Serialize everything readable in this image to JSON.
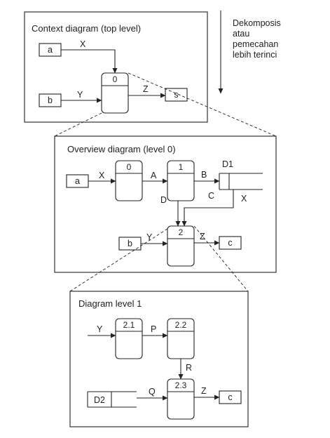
{
  "note": {
    "lines": [
      "Dekomposis",
      "atau",
      "pemecahan",
      "lebih terinci"
    ]
  },
  "context": {
    "title": "Context diagram (top level)",
    "entity_a": "a",
    "entity_b": "b",
    "entity_s": "s",
    "process": "0",
    "flow_x": "X",
    "flow_y": "Y",
    "flow_z": "Z"
  },
  "overview": {
    "title": "Overview diagram (level 0)",
    "entity_a": "a",
    "entity_b": "b",
    "entity_c": "c",
    "process_0": "0",
    "process_1": "1",
    "process_2": "2",
    "store": "D1",
    "flow_x": "X",
    "flow_a": "A",
    "flow_b": "B",
    "flow_c": "C",
    "flow_d": "D",
    "flow_x2": "X",
    "flow_y": "Y",
    "flow_z": "Z"
  },
  "level1": {
    "title": "Diagram level 1",
    "process_21": "2.1",
    "process_22": "2.2",
    "process_23": "2.3",
    "store": "D2",
    "entity_c": "c",
    "flow_y": "Y",
    "flow_p": "P",
    "flow_r": "R",
    "flow_q": "Q",
    "flow_z": "Z"
  }
}
